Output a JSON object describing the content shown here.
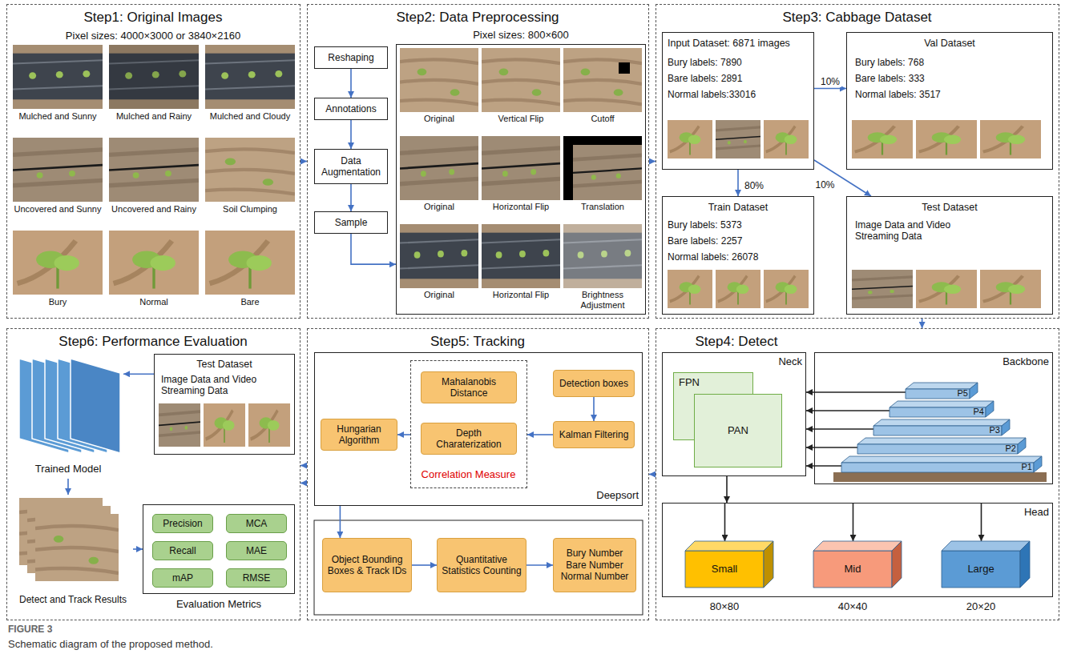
{
  "diagram": {
    "caption": "Schematic diagram of the proposed method.",
    "nodes": [
      {
        "text": [
          "Step1: Original Images",
          "Pixel sizes: 4000×3000 or 3840×2160"
        ]
      },
      {
        "text": [
          "Step2: Data Preprocessing"
        ]
      },
      {
        "text": [
          "Reshaping"
        ],
        "in": 1
      },
      {
        "text": [
          "Annotations"
        ],
        "in": 1
      },
      {
        "text": [
          "Data Augmentation"
        ],
        "in": 1
      },
      {
        "text": [
          "Sample"
        ],
        "in": 1
      },
      {
        "text": [
          "Pixel sizes: 800×600"
        ],
        "in": 1
      },
      {
        "text": [
          "Step3: Cabbage Dataset"
        ]
      },
      {
        "text": [
          "Input Dataset: 6871 images",
          "Bury labels: 7890",
          "Bare labels: 2891",
          "Normal labels:33016"
        ],
        "in": 7
      },
      {
        "text": [
          "Val Dataset",
          "Bury labels: 768",
          "Bare labels: 333",
          "Normal labels: 3517"
        ],
        "in": 7
      },
      {
        "text": [
          "Train Dataset",
          "Bury labels: 5373",
          "Bare labels: 2257",
          "Normal labels: 26078"
        ],
        "in": 7
      },
      {
        "text": [
          "Test Dataset",
          "Image Data and Video Streaming Data"
        ],
        "in": 7
      },
      {
        "text": [
          "Step4: Detect"
        ]
      },
      {
        "text": [
          "Neck"
        ],
        "in": 12
      },
      {
        "text": [
          "FPN"
        ],
        "in": 13
      },
      {
        "text": [
          "PAN"
        ],
        "in": 13
      },
      {
        "text": [
          "Backbone"
        ],
        "in": 12
      },
      {
        "text": [
          "P5"
        ],
        "in": 16
      },
      {
        "text": [
          "P4"
        ],
        "in": 16
      },
      {
        "text": [
          "P3"
        ],
        "in": 16
      },
      {
        "text": [
          "P2"
        ],
        "in": 16
      },
      {
        "text": [
          "P1"
        ],
        "in": 16
      },
      {
        "text": [
          "Head"
        ],
        "in": 12
      },
      {
        "text": [
          "Small"
        ],
        "in": 22
      },
      {
        "text": [
          "Mid"
        ],
        "in": 22
      },
      {
        "text": [
          "Large"
        ],
        "in": 22
      },
      {
        "text": [
          "Step5: Tracking"
        ]
      },
      {
        "text": [
          "Deepsort"
        ],
        "in": 26
      },
      {
        "text": [
          "Correlation Measure"
        ],
        "in": 27
      },
      {
        "text": [
          "Mahalanobis Distance"
        ],
        "in": 28
      },
      {
        "text": [
          "Depth Charaterization"
        ],
        "in": 28
      },
      {
        "text": [
          "Detection boxes"
        ],
        "in": 27
      },
      {
        "text": [
          "Kalman Filtering"
        ],
        "in": 27
      },
      {
        "text": [
          "Hungarian Algorithm"
        ],
        "in": 27
      },
      {
        "text": [
          "Object Bounding Boxes & Track IDs"
        ],
        "in": 26
      },
      {
        "text": [
          "Quantitative Statistics Counting"
        ],
        "in": 26
      },
      {
        "text": [
          "Bury Number",
          "Bare Number",
          "Normal Number"
        ],
        "in": 26
      },
      {
        "text": [
          "Step6: Performance Evaluation"
        ]
      },
      {
        "text": [
          "Test Dataset",
          "Image Data and Video Streaming Data"
        ],
        "in": 37
      },
      {
        "text": [
          "Trained Model"
        ],
        "in": 37
      },
      {
        "text": [
          "Detect and Track Results"
        ],
        "in": 37
      },
      {
        "text": [
          "Evaluation Metrics"
        ],
        "in": 37
      },
      {
        "text": [
          "Precision"
        ],
        "in": 41
      },
      {
        "text": [
          "MCA"
        ],
        "in": 41
      },
      {
        "text": [
          "Recall"
        ],
        "in": 41
      },
      {
        "text": [
          "MAE"
        ],
        "in": 41
      },
      {
        "text": [
          "mAP"
        ],
        "in": 41
      },
      {
        "text": [
          "RMSE"
        ],
        "in": 41
      }
    ],
    "edges": [
      {
        "from": 0,
        "to": 1,
        "arrow": "to"
      },
      {
        "from": 1,
        "to": 7,
        "arrow": "to"
      },
      {
        "from": 7,
        "to": 12,
        "arrow": "to"
      },
      {
        "from": 12,
        "to": 26,
        "arrow": "to"
      },
      {
        "from": 26,
        "to": 37,
        "arrow": "to"
      },
      {
        "from": 26,
        "to": 37,
        "arrow": "to"
      },
      {
        "from": 2,
        "to": 3,
        "arrow": "to"
      },
      {
        "from": 3,
        "to": 4,
        "arrow": "to"
      },
      {
        "from": 4,
        "to": 5,
        "arrow": "to"
      },
      {
        "from": 5,
        "to": 6,
        "arrow": "to"
      },
      {
        "from": 8,
        "to": 9,
        "label": "10%",
        "arrow": "to"
      },
      {
        "from": 8,
        "to": 10,
        "label": "80%",
        "arrow": "to"
      },
      {
        "from": 8,
        "to": 11,
        "label": "10%",
        "arrow": "to"
      },
      {
        "from": 17,
        "to": 13,
        "arrow": "to"
      },
      {
        "from": 18,
        "to": 13,
        "arrow": "to"
      },
      {
        "from": 19,
        "to": 13,
        "arrow": "to"
      },
      {
        "from": 20,
        "to": 13,
        "arrow": "to"
      },
      {
        "from": 21,
        "to": 13,
        "arrow": "to"
      },
      {
        "from": 13,
        "to": 22,
        "arrow": "to"
      },
      {
        "from": 22,
        "to": 23,
        "arrow": "to"
      },
      {
        "from": 22,
        "to": 24,
        "arrow": "to"
      },
      {
        "from": 22,
        "to": 25,
        "arrow": "to"
      },
      {
        "from": 31,
        "to": 32,
        "arrow": "to"
      },
      {
        "from": 32,
        "to": 28,
        "arrow": "to"
      },
      {
        "from": 28,
        "to": 33,
        "arrow": "to"
      },
      {
        "from": 27,
        "to": 34,
        "arrow": "to"
      },
      {
        "from": 34,
        "to": 35,
        "arrow": "to"
      },
      {
        "from": 35,
        "to": 36,
        "arrow": "to"
      },
      {
        "from": 38,
        "to": 39,
        "arrow": "to"
      },
      {
        "from": 39,
        "to": 40,
        "arrow": "to"
      },
      {
        "from": 40,
        "to": 41,
        "arrow": "to"
      }
    ],
    "labels": [
      "Mulched and Sunny",
      "Mulched and Rainy",
      "Mulched and Cloudy",
      "Uncovered and Sunny",
      "Uncovered and Rainy",
      "Soil Clumping",
      "Bury",
      "Normal",
      "Bare",
      "Original",
      "Vertical Flip",
      "Cutoff",
      "Original",
      "Horizontal Flip",
      "Translation",
      "Original",
      "Horizontal Flip",
      "Brightness Adjustment",
      "80×80",
      "40×40",
      "20×20",
      "FIGURE 3"
    ]
  }
}
